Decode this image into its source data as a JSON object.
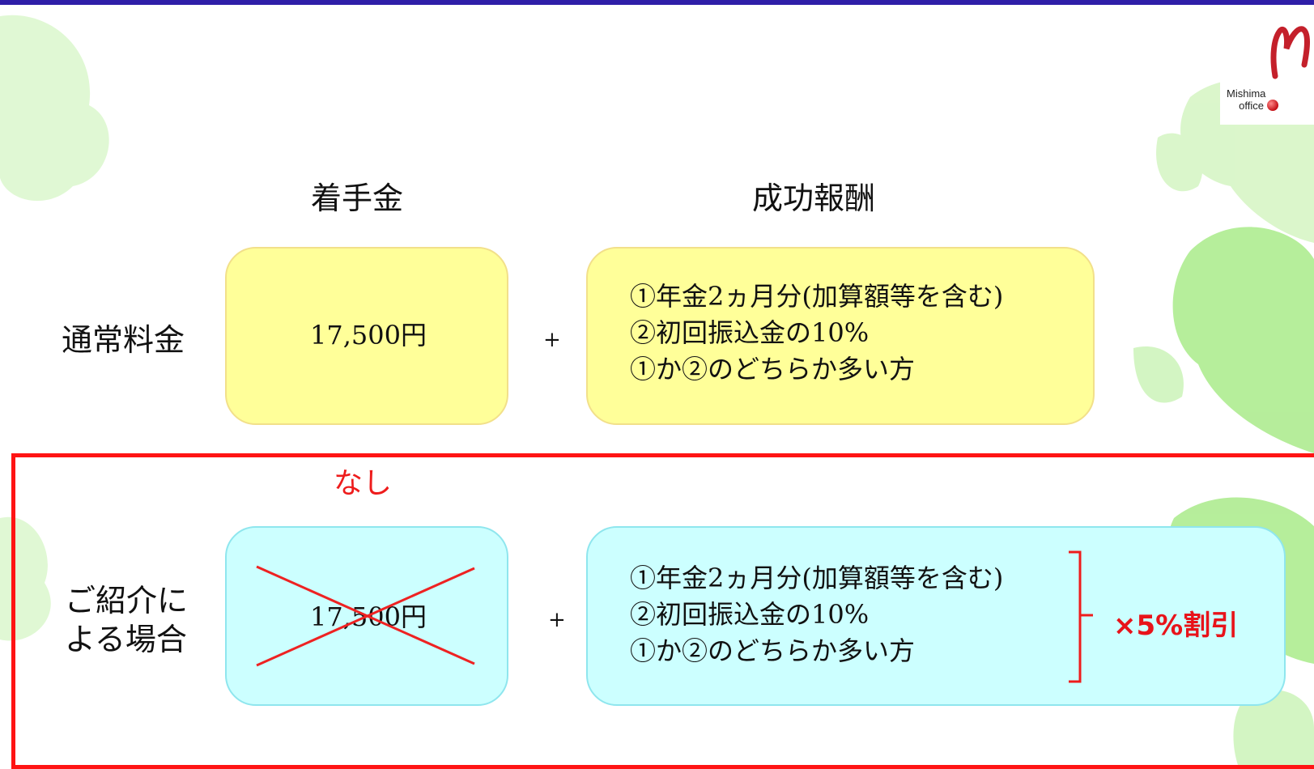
{
  "logo": {
    "line1": "Mishima",
    "line2": "office"
  },
  "headers": {
    "initial_fee": "着手金",
    "success_fee": "成功報酬"
  },
  "rows": {
    "normal": {
      "label": "通常料金",
      "initial_amount": "17,500円",
      "plus": "+",
      "success_lines": [
        "①年金2ヵ月分(加算額等を含む)",
        "②初回振込金の10%",
        "①か②のどちらか多い方"
      ]
    },
    "referral": {
      "label_line1": "ご紹介に",
      "label_line2": "よる場合",
      "none_label": "なし",
      "initial_amount": "17,500円",
      "plus": "+",
      "success_lines": [
        "①年金2ヵ月分(加算額等を含む)",
        "②初回振込金の10%",
        "①か②のどちらか多い方"
      ],
      "discount": "×5%割引"
    }
  },
  "colors": {
    "top_bar": "#2f1ea8",
    "yellow_box": "#ffff99",
    "cyan_box": "#ccffff",
    "highlight_red": "#ff1414",
    "leaf_green": "#9ee87a"
  }
}
